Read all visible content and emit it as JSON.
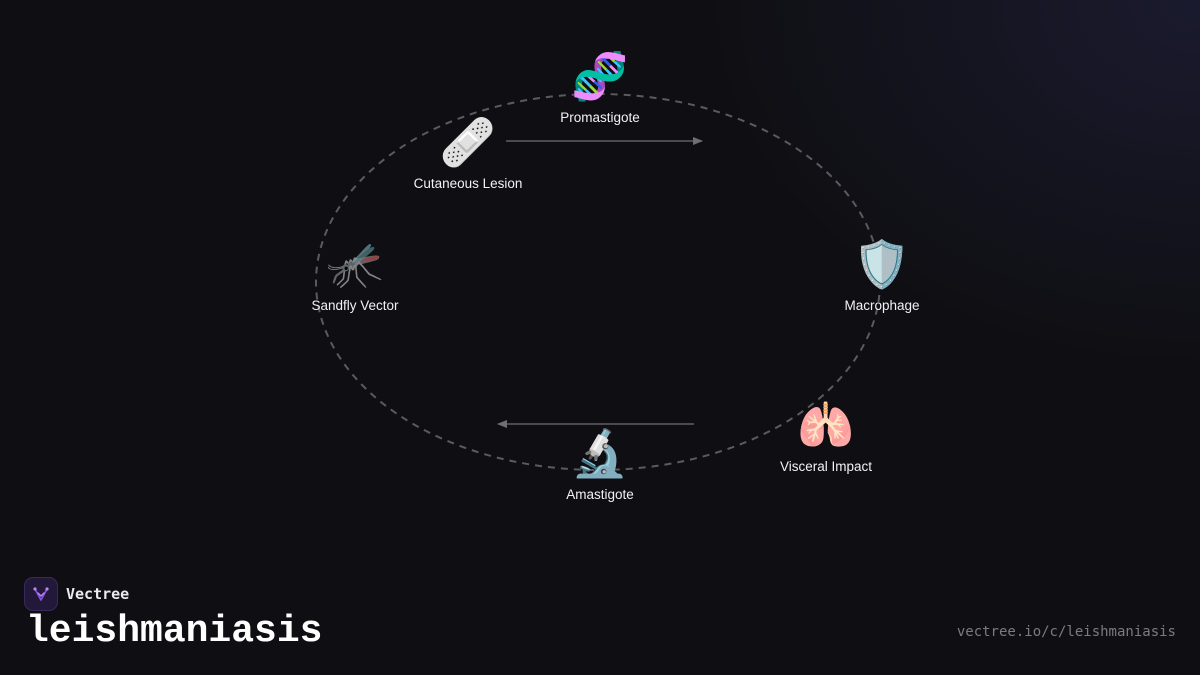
{
  "diagram": {
    "nodes": [
      {
        "id": "promastigote",
        "label": "Promastigote",
        "icon": "dna-icon",
        "glyph": "🧬"
      },
      {
        "id": "macrophage",
        "label": "Macrophage",
        "icon": "shield-icon",
        "glyph": "🛡️"
      },
      {
        "id": "visceral",
        "label": "Visceral Impact",
        "icon": "lungs-icon",
        "glyph": "🫁"
      },
      {
        "id": "amastigote",
        "label": "Amastigote",
        "icon": "microscope-icon",
        "glyph": "🔬"
      },
      {
        "id": "sandfly",
        "label": "Sandfly Vector",
        "icon": "mosquito-icon",
        "glyph": "🦟"
      },
      {
        "id": "lesion",
        "label": "Cutaneous Lesion",
        "icon": "bandage-icon",
        "glyph": "🩹"
      }
    ],
    "arrows": [
      {
        "direction": "right"
      },
      {
        "direction": "left"
      }
    ],
    "colors": {
      "cycle_line": "#5a5a62",
      "arrow": "#6e6e76",
      "label": "#f2f2f5"
    }
  },
  "brand": {
    "name": "Vectree",
    "logo_icon": "vectree-logo-icon",
    "accent": "#8a4fd8"
  },
  "footer": {
    "title": "leishmaniasis",
    "url": "vectree.io/c/leishmaniasis"
  }
}
